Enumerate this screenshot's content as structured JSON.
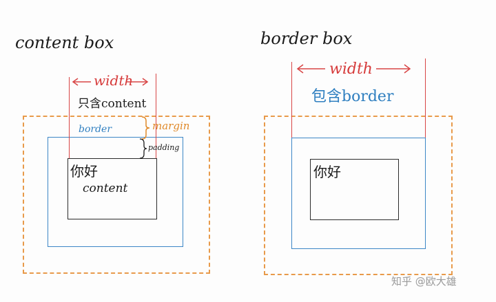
{
  "left": {
    "title": "content box",
    "width_label": "width",
    "width_note": "只含content",
    "border_label": "border",
    "margin_label": "margin",
    "padding_label": "padding",
    "text": "你好",
    "content_label": "content"
  },
  "right": {
    "title": "border box",
    "width_label": "width",
    "width_note": "包含border",
    "text": "你好"
  },
  "watermark": "知乎 @欧大雄",
  "colors": {
    "width_line": "#d84545",
    "margin": "#e89a4a",
    "border": "#3b86c6",
    "content": "#2a2a2a",
    "note_blue": "#2f7fc0"
  }
}
